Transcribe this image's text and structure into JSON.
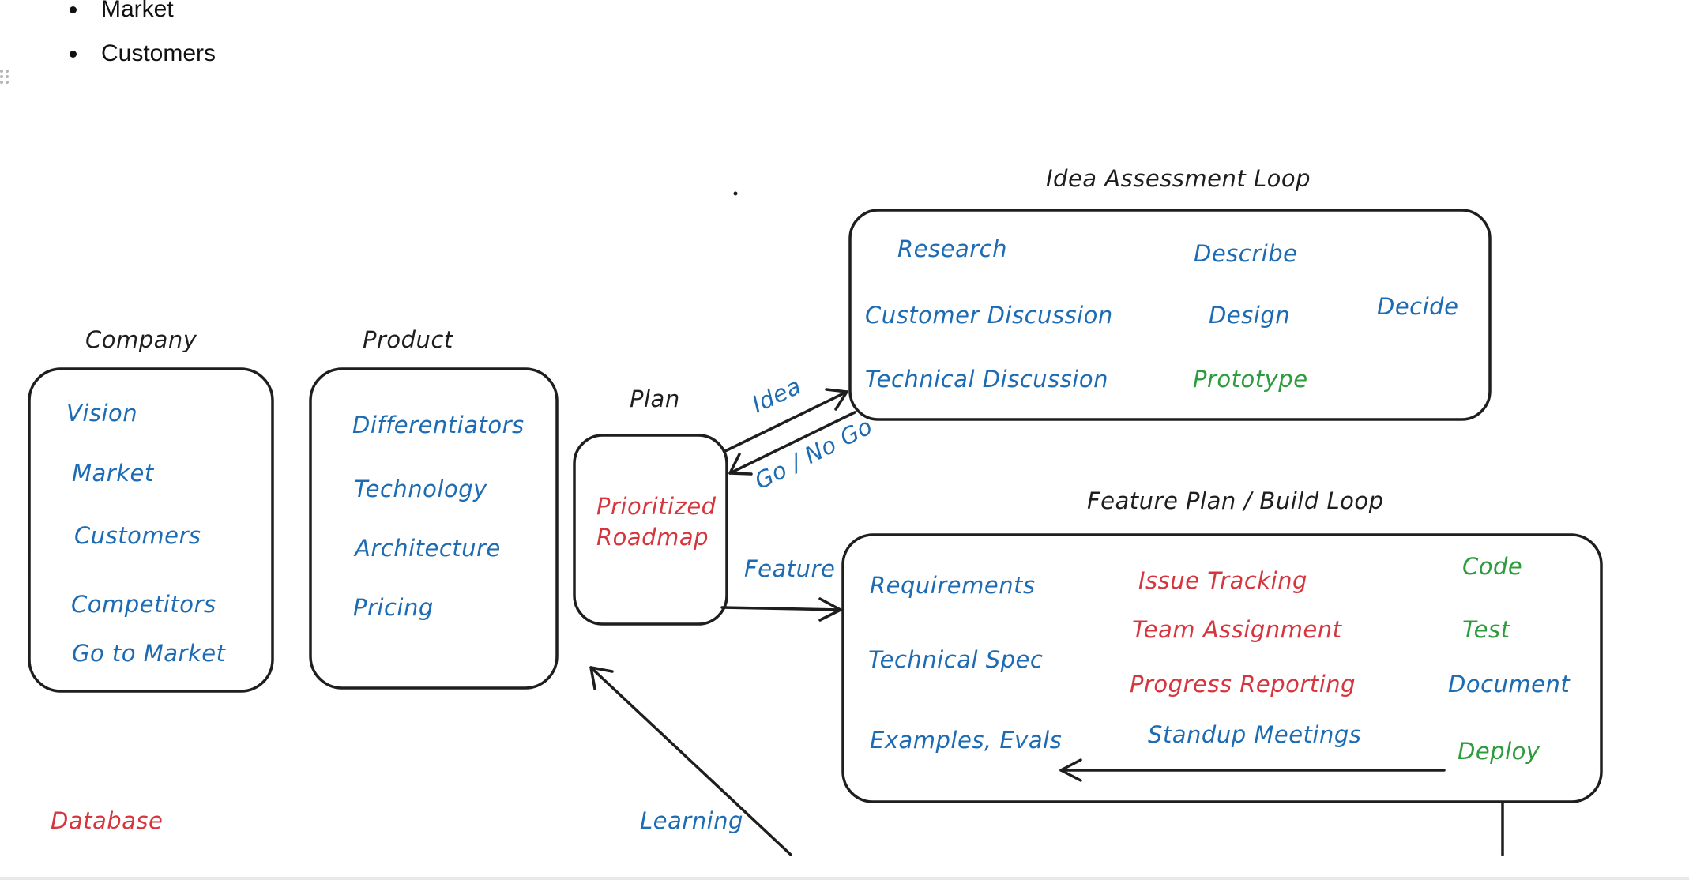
{
  "bullets": [
    "Market",
    "Customers"
  ],
  "diagram": {
    "company": {
      "title": "Company",
      "items": [
        "Vision",
        "Market",
        "Customers",
        "Competitors",
        "Go to Market"
      ]
    },
    "product": {
      "title": "Product",
      "items": [
        "Differentiators",
        "Technology",
        "Architecture",
        "Pricing"
      ]
    },
    "plan": {
      "title": "Plan",
      "items": [
        "Prioritized",
        "Roadmap"
      ]
    },
    "idea_loop": {
      "title": "Idea Assessment Loop",
      "research": "Research",
      "customer_discussion": "Customer Discussion",
      "technical_discussion": "Technical Discussion",
      "describe": "Describe",
      "design": "Design",
      "prototype": "Prototype",
      "decide": "Decide"
    },
    "feature_loop": {
      "title": "Feature Plan / Build Loop",
      "requirements": "Requirements",
      "technical_spec": "Technical Spec",
      "examples_evals": "Examples, Evals",
      "issue_tracking": "Issue Tracking",
      "team_assignment": "Team Assignment",
      "progress_reporting": "Progress Reporting",
      "standup_meetings": "Standup Meetings",
      "code": "Code",
      "test": "Test",
      "document": "Document",
      "deploy": "Deploy"
    },
    "arrows": {
      "idea": "Idea",
      "go_no_go": "Go / No Go",
      "feature": "Feature",
      "learning": "Learning"
    },
    "database": "Database"
  },
  "colors": {
    "ink": "#1e1e1e",
    "blue": "#1c6bb3",
    "red": "#d6353d",
    "green": "#2d9c3c"
  }
}
